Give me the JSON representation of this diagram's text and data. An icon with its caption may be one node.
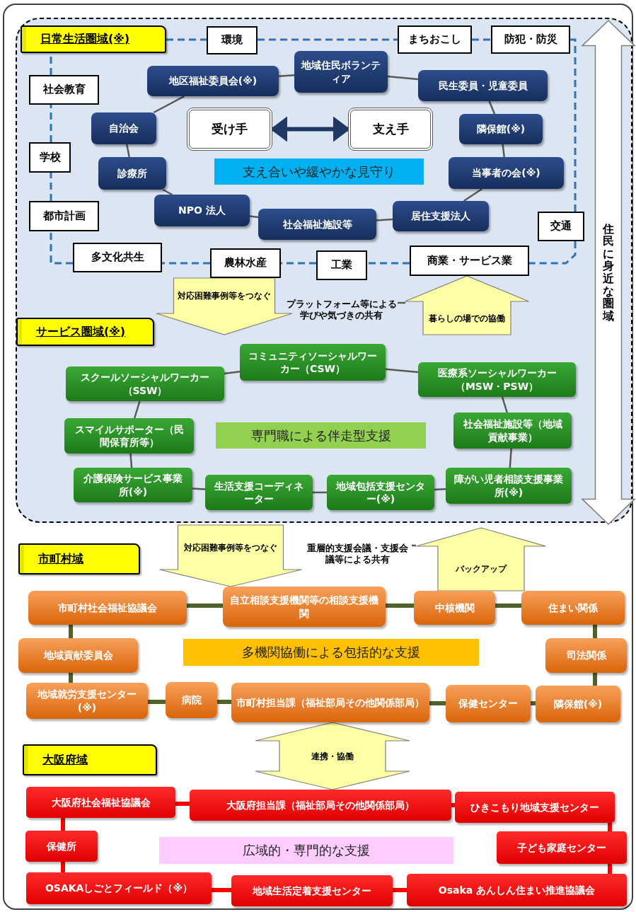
{
  "diagram": {
    "nodes": [
      {
        "text": [
          "日常生活圏域(※)"
        ]
      },
      {
        "text": [
          "環境"
        ]
      },
      {
        "text": [
          "まちおこし"
        ]
      },
      {
        "text": [
          "防犯・防災"
        ]
      },
      {
        "text": [
          "社会教育"
        ]
      },
      {
        "text": [
          "学校"
        ]
      },
      {
        "text": [
          "都市計画"
        ]
      },
      {
        "text": [
          "交通"
        ]
      },
      {
        "text": [
          "多文化共生"
        ]
      },
      {
        "text": [
          "農林水産"
        ]
      },
      {
        "text": [
          "工業"
        ]
      },
      {
        "text": [
          "商業・サービス業"
        ]
      },
      {
        "text": [
          "地区福祉委員会(※)"
        ]
      },
      {
        "text": [
          "地域住民ボランティア"
        ]
      },
      {
        "text": [
          "民生委員・児童委員"
        ]
      },
      {
        "text": [
          "自治会"
        ]
      },
      {
        "text": [
          "受け手"
        ]
      },
      {
        "text": [
          "支え手"
        ]
      },
      {
        "text": [
          "隣保館(※)"
        ]
      },
      {
        "text": [
          "支え合いや緩やかな見守り"
        ]
      },
      {
        "text": [
          "診療所"
        ]
      },
      {
        "text": [
          "当事者の会(※)"
        ]
      },
      {
        "text": [
          "NPO 法人"
        ]
      },
      {
        "text": [
          "社会福祉施設等"
        ]
      },
      {
        "text": [
          "居住支援法人"
        ]
      },
      {
        "text": [
          "プラットフォーム等による学びや気づきの共有"
        ]
      },
      {
        "text": [
          "サービス圏域(※)"
        ]
      },
      {
        "text": [
          "住民に身近な圏域"
        ]
      },
      {
        "text": [
          "コミュニティソーシャルワーカー（CSW）"
        ]
      },
      {
        "text": [
          "スクールソーシャルワーカー（SSW）"
        ]
      },
      {
        "text": [
          "医療系ソーシャルワーカー（MSW・PSW）"
        ]
      },
      {
        "text": [
          "スマイルサポーター（民間保育所等）"
        ]
      },
      {
        "text": [
          "専門職による伴走型支援"
        ]
      },
      {
        "text": [
          "社会福祉施設等（地域貢献事業）"
        ]
      },
      {
        "text": [
          "介護保険サービス事業所(※)"
        ]
      },
      {
        "text": [
          "生活支援コーディネーター"
        ]
      },
      {
        "text": [
          "地域包括支援センター(※)"
        ]
      },
      {
        "text": [
          "障がい児者相談支援事業所(※)"
        ]
      },
      {
        "text": [
          "重層的支援会議・支援会議等による共有"
        ]
      },
      {
        "text": [
          "市町村域"
        ]
      },
      {
        "text": [
          "市町村社会福祉協議会"
        ]
      },
      {
        "text": [
          "自立相談支援機関等の相談支援機関"
        ]
      },
      {
        "text": [
          "中核機関"
        ]
      },
      {
        "text": [
          "住まい関係"
        ]
      },
      {
        "text": [
          "地域貢献委員会"
        ]
      },
      {
        "text": [
          "多機関協働による包括的な支援"
        ]
      },
      {
        "text": [
          "司法関係"
        ]
      },
      {
        "text": [
          "地域就労支援センター(※)"
        ]
      },
      {
        "text": [
          "病院"
        ]
      },
      {
        "text": [
          "市町村担当課（福祉部局その他関係部局）"
        ]
      },
      {
        "text": [
          "保健センター"
        ]
      },
      {
        "text": [
          "隣保館(※)"
        ]
      },
      {
        "text": [
          "大阪府域"
        ]
      },
      {
        "text": [
          "大阪府社会福祉協議会"
        ]
      },
      {
        "text": [
          "大阪府担当課（福祉部局その他関係部局）"
        ]
      },
      {
        "text": [
          "ひきこもり地域支援センター"
        ]
      },
      {
        "text": [
          "保健所"
        ]
      },
      {
        "text": [
          "広域的・専門的な支援"
        ]
      },
      {
        "text": [
          "子ども家庭センター"
        ]
      },
      {
        "text": [
          "OSAKAしごとフィールド（※）"
        ]
      },
      {
        "text": [
          "地域生活定着支援センター"
        ]
      },
      {
        "text": [
          "Osaka あんしん住まい推進協議会"
        ]
      }
    ],
    "edges": [
      {
        "from": 0,
        "to": 1,
        "arrow": "none",
        "style": "dashed",
        "color": "#2e75b6"
      },
      {
        "from": 1,
        "to": 2,
        "arrow": "none",
        "style": "dashed",
        "color": "#2e75b6"
      },
      {
        "from": 2,
        "to": 3,
        "arrow": "none",
        "style": "dashed",
        "color": "#2e75b6"
      },
      {
        "from": 3,
        "to": 7,
        "arrow": "none",
        "style": "dashed",
        "color": "#2e75b6"
      },
      {
        "from": 7,
        "to": 11,
        "arrow": "none",
        "style": "dashed",
        "color": "#2e75b6"
      },
      {
        "from": 11,
        "to": 10,
        "arrow": "none",
        "style": "dashed",
        "color": "#2e75b6"
      },
      {
        "from": 10,
        "to": 9,
        "arrow": "none",
        "style": "dashed",
        "color": "#2e75b6"
      },
      {
        "from": 9,
        "to": 8,
        "arrow": "none",
        "style": "dashed",
        "color": "#2e75b6"
      },
      {
        "from": 8,
        "to": 6,
        "arrow": "none",
        "style": "dashed",
        "color": "#2e75b6"
      },
      {
        "from": 6,
        "to": 5,
        "arrow": "none",
        "style": "dashed",
        "color": "#2e75b6"
      },
      {
        "from": 5,
        "to": 4,
        "arrow": "none",
        "style": "dashed",
        "color": "#2e75b6"
      },
      {
        "from": 4,
        "to": 0,
        "arrow": "none",
        "style": "dashed",
        "color": "#2e75b6"
      },
      {
        "from": 12,
        "to": 13,
        "arrow": "none"
      },
      {
        "from": 13,
        "to": 14,
        "arrow": "none"
      },
      {
        "from": 14,
        "to": 18,
        "arrow": "none"
      },
      {
        "from": 18,
        "to": 21,
        "arrow": "none"
      },
      {
        "from": 21,
        "to": 24,
        "arrow": "none"
      },
      {
        "from": 24,
        "to": 23,
        "arrow": "none"
      },
      {
        "from": 23,
        "to": 22,
        "arrow": "none"
      },
      {
        "from": 22,
        "to": 20,
        "arrow": "none"
      },
      {
        "from": 20,
        "to": 15,
        "arrow": "none"
      },
      {
        "from": 15,
        "to": 12,
        "arrow": "none"
      },
      {
        "from": 16,
        "to": 17,
        "arrow": "both",
        "style": "thick",
        "color": "#1f3864"
      },
      {
        "from": 9,
        "to": null,
        "arrow": "to",
        "label": "対応困難事例等をつなぐ",
        "style": "thick",
        "color": "#ffffa6"
      },
      {
        "from": null,
        "to": 11,
        "arrow": "to",
        "label": "暮らしの場での協働",
        "style": "thick",
        "color": "#ffffa6"
      },
      {
        "from": 25,
        "to": null,
        "arrow": "none"
      },
      {
        "from": 28,
        "to": 30,
        "arrow": "none"
      },
      {
        "from": 30,
        "to": 33,
        "arrow": "none"
      },
      {
        "from": 33,
        "to": 37,
        "arrow": "none"
      },
      {
        "from": 37,
        "to": 36,
        "arrow": "none"
      },
      {
        "from": 36,
        "to": 35,
        "arrow": "none"
      },
      {
        "from": 35,
        "to": 34,
        "arrow": "none"
      },
      {
        "from": 34,
        "to": 31,
        "arrow": "none"
      },
      {
        "from": 31,
        "to": 29,
        "arrow": "none"
      },
      {
        "from": 29,
        "to": 28,
        "arrow": "none"
      },
      {
        "from": null,
        "to": 41,
        "arrow": "to",
        "label": "対応困難事例等をつなぐ",
        "style": "thick",
        "color": "#ffffa6"
      },
      {
        "from": 42,
        "to": null,
        "arrow": "to",
        "label": "バックアップ",
        "style": "thick",
        "color": "#ffffa6"
      },
      {
        "from": 38,
        "to": null,
        "arrow": "none"
      },
      {
        "from": 40,
        "to": 41,
        "arrow": "none",
        "style": "thick",
        "color": "#4f6228"
      },
      {
        "from": 41,
        "to": 42,
        "arrow": "none",
        "style": "thick",
        "color": "#4f6228"
      },
      {
        "from": 42,
        "to": 43,
        "arrow": "none",
        "style": "thick",
        "color": "#4f6228"
      },
      {
        "from": 43,
        "to": 46,
        "arrow": "none",
        "style": "thick",
        "color": "#4f6228"
      },
      {
        "from": 46,
        "to": 51,
        "arrow": "none",
        "style": "thick",
        "color": "#4f6228"
      },
      {
        "from": 51,
        "to": 50,
        "arrow": "none",
        "style": "thick",
        "color": "#4f6228"
      },
      {
        "from": 50,
        "to": 49,
        "arrow": "none",
        "style": "thick",
        "color": "#4f6228"
      },
      {
        "from": 49,
        "to": 48,
        "arrow": "none",
        "style": "thick",
        "color": "#4f6228"
      },
      {
        "from": 48,
        "to": 47,
        "arrow": "none",
        "style": "thick",
        "color": "#4f6228"
      },
      {
        "from": 47,
        "to": 44,
        "arrow": "none",
        "style": "thick",
        "color": "#4f6228"
      },
      {
        "from": 44,
        "to": 40,
        "arrow": "none",
        "style": "thick",
        "color": "#4f6228"
      },
      {
        "from": 49,
        "to": 54,
        "arrow": "both",
        "label": "連携・協働",
        "style": "thick",
        "color": "#ffffa6"
      },
      {
        "from": 53,
        "to": 54,
        "arrow": "none",
        "style": "thick",
        "color": "#ff0000"
      },
      {
        "from": 54,
        "to": 55,
        "arrow": "none",
        "style": "thick",
        "color": "#ff0000"
      },
      {
        "from": 55,
        "to": 58,
        "arrow": "none",
        "style": "thick",
        "color": "#ff0000"
      },
      {
        "from": 58,
        "to": 61,
        "arrow": "none",
        "style": "thick",
        "color": "#ff0000"
      },
      {
        "from": 61,
        "to": 60,
        "arrow": "none",
        "style": "thick",
        "color": "#ff0000"
      },
      {
        "from": 60,
        "to": 59,
        "arrow": "none",
        "style": "thick",
        "color": "#ff0000"
      },
      {
        "from": 59,
        "to": 56,
        "arrow": "none",
        "style": "thick",
        "color": "#ff0000"
      },
      {
        "from": 56,
        "to": 53,
        "arrow": "none",
        "style": "thick",
        "color": "#ff0000"
      }
    ]
  }
}
